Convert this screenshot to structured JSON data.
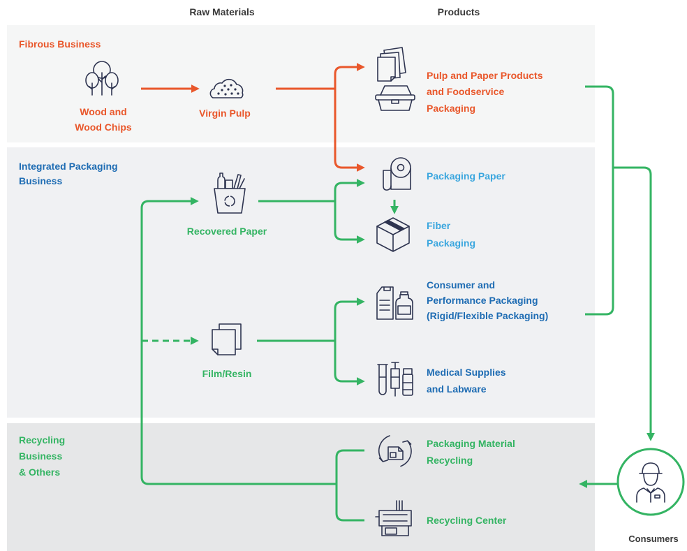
{
  "colors": {
    "orange": "#e9572b",
    "dark_blue": "#1e6cb3",
    "light_blue": "#3aa6de",
    "green": "#34b463",
    "icon": "#2e3450",
    "header_text": "#3a3a3a",
    "band_fibrous": "#f5f6f6",
    "band_integrated": "#f0f1f3",
    "band_recycling": "#e6e7e8"
  },
  "headers": {
    "raw_materials": "Raw Materials",
    "products": "Products"
  },
  "sections": {
    "fibrous": {
      "title": [
        "Fibrous Business"
      ]
    },
    "integrated": {
      "title": [
        "Integrated Packaging",
        "Business"
      ]
    },
    "recycling": {
      "title": [
        "Recycling",
        "Business",
        "& Others"
      ]
    }
  },
  "raw_materials": {
    "wood": {
      "label": [
        "Wood and",
        "Wood Chips"
      ],
      "icon": "trees-icon"
    },
    "virgin_pulp": {
      "label": [
        "Virgin Pulp"
      ],
      "icon": "pulp-cloud-icon"
    },
    "recovered_paper": {
      "label": [
        "Recovered Paper"
      ],
      "icon": "recovered-paper-basket-icon"
    },
    "film_resin": {
      "label": [
        "Film/Resin"
      ],
      "icon": "film-sheets-icon"
    }
  },
  "products": {
    "pulp_paper": {
      "label": [
        "Pulp and Paper Products",
        "and Foodservice",
        "Packaging"
      ],
      "icon": "paper-and-food-container-icon"
    },
    "packaging_paper": {
      "label": [
        "Packaging Paper"
      ],
      "icon": "paper-roll-icon"
    },
    "fiber_packaging": {
      "label": [
        "Fiber",
        "Packaging"
      ],
      "icon": "cardboard-box-icon"
    },
    "consumer_performance": {
      "label": [
        "Consumer and",
        "Performance Packaging",
        "(Rigid/Flexible Packaging)"
      ],
      "icon": "containers-icon"
    },
    "medical": {
      "label": [
        "Medical Supplies",
        "and Labware"
      ],
      "icon": "medical-labware-icon"
    },
    "material_recycling": {
      "label": [
        "Packaging Material",
        "Recycling"
      ],
      "icon": "recycling-arrows-icon"
    },
    "recycling_center": {
      "label": [
        "Recycling Center"
      ],
      "icon": "recycling-machine-icon"
    }
  },
  "consumers": {
    "label": "Consumers",
    "icon": "consumer-person-icon"
  }
}
